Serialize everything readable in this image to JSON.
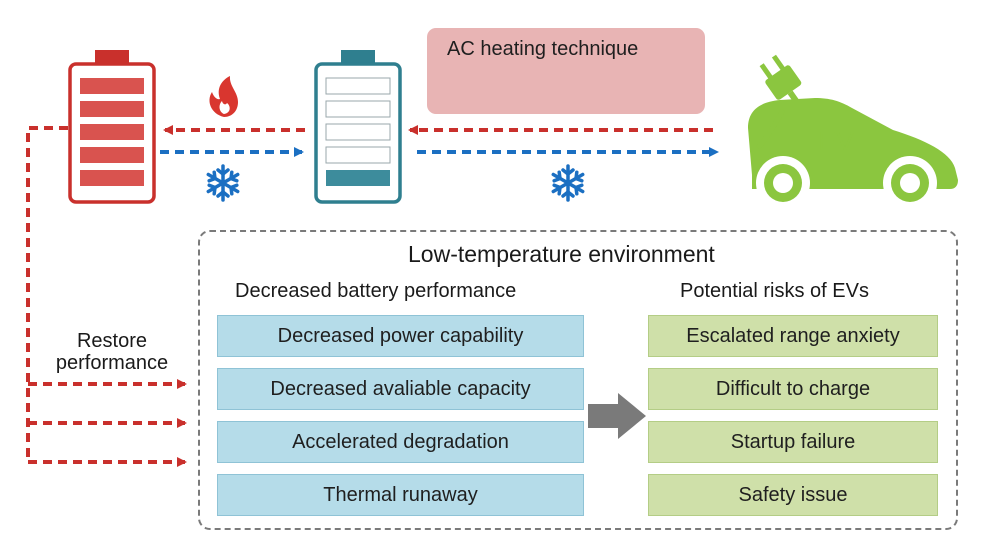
{
  "ac_heating": {
    "title": "AC heating technique",
    "waveforms": [
      "square-wave-icon",
      "sine-wave-icon"
    ]
  },
  "ev": {
    "label": "EV",
    "icon": "ev-car-plug-icon"
  },
  "environment": {
    "title": "Low-temperature environment",
    "left_heading": "Decreased battery performance",
    "right_heading": "Potential risks of EVs",
    "battery_effects": [
      "Decreased power capability",
      "Decreased avaliable capacity",
      "Accelerated degradation",
      "Thermal runaway"
    ],
    "ev_risks": [
      "Escalated range anxiety",
      "Difficult to charge",
      "Startup failure",
      "Safety issue"
    ]
  },
  "restore_label": "Restore\nperformance",
  "icons": [
    "flame-icon",
    "snowflake-icon",
    "battery-charged-icon",
    "battery-low-icon",
    "gray-arrow-icon"
  ],
  "colors": {
    "heat_red": "#c9302c",
    "cold_blue": "#1b6fc2",
    "battery_red": "#c9302c",
    "battery_teal": "#2f7f8f",
    "ev_green": "#8bc63f",
    "ac_box": "#e8b4b4",
    "effect_fill": "#b5dce9",
    "risk_fill": "#cfe0a9",
    "transfer_arrow": "#7a7a7a"
  }
}
